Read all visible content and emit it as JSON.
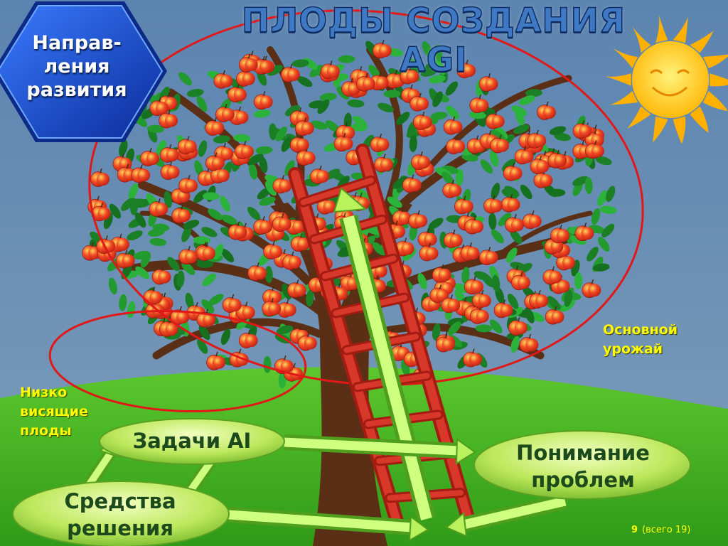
{
  "title": "ПЛОДЫ СОЗДАНИЯ AGI",
  "section_badge": {
    "line1": "Направ-",
    "line2": "ления",
    "line3": "развития"
  },
  "labels": {
    "main_harvest_1": "Основной",
    "main_harvest_2": "урожай",
    "low_hanging_1": "Низко",
    "low_hanging_2": "висящие",
    "low_hanging_3": "плоды"
  },
  "nodes": {
    "ai_tasks": "Задачи AI",
    "problem_understanding_1": "Понимание",
    "problem_understanding_2": "проблем",
    "solution_tools_1": "Средства",
    "solution_tools_2": "решения"
  },
  "page": {
    "number": "9",
    "total": "(всего 19)"
  },
  "colors": {
    "sky": "#5e86ad",
    "grass": "#4fbf2a",
    "trunk": "#5a2f16",
    "leaf": "#1f8a2a",
    "apple": "#e83a22",
    "ladder": "#cc2a1c",
    "ellipse_outline": "#e01818",
    "node_fill": "#c8f06a",
    "badge_blue": "#1746c4",
    "sun": "#ffb400",
    "label_yellow": "#ffff00"
  }
}
